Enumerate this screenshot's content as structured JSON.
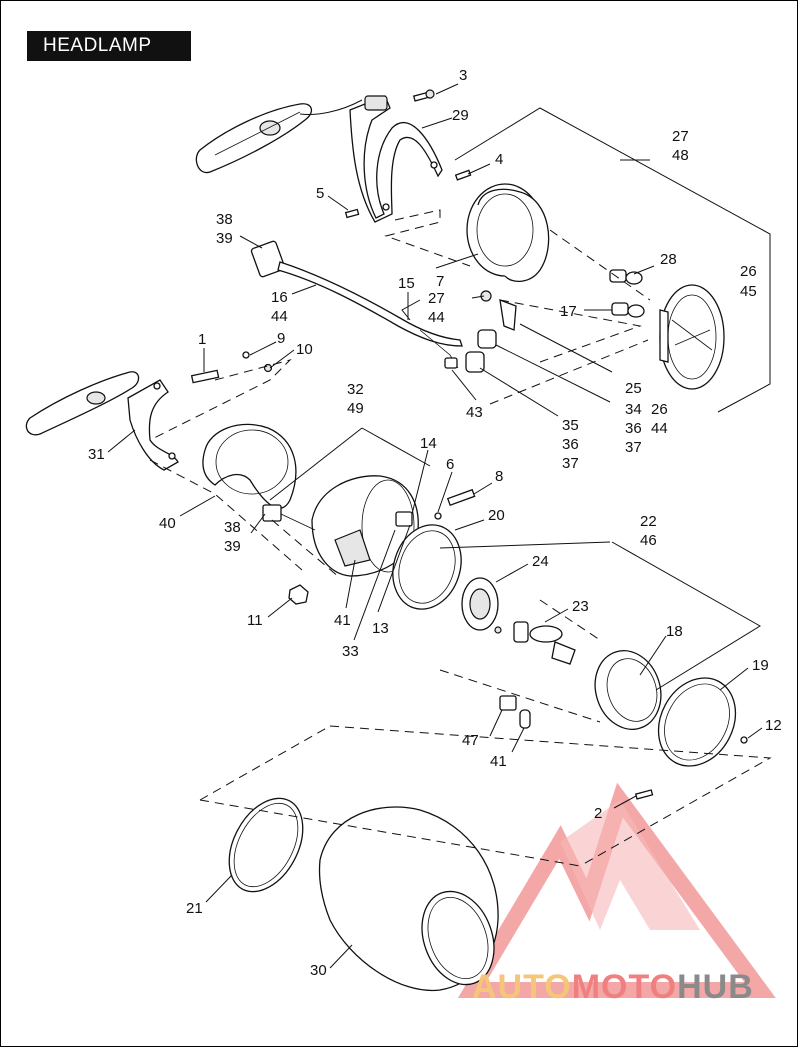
{
  "title": "HEADLAMP",
  "callouts": [
    {
      "id": "c3",
      "label": "3"
    },
    {
      "id": "c29",
      "label": "29"
    },
    {
      "id": "c27a",
      "label": "27"
    },
    {
      "id": "c48",
      "label": "48"
    },
    {
      "id": "c4",
      "label": "4"
    },
    {
      "id": "c5",
      "label": "5"
    },
    {
      "id": "c38a",
      "label": "38"
    },
    {
      "id": "c39a",
      "label": "39"
    },
    {
      "id": "c7",
      "label": "7"
    },
    {
      "id": "c28",
      "label": "28"
    },
    {
      "id": "c26a",
      "label": "26"
    },
    {
      "id": "c45",
      "label": "45"
    },
    {
      "id": "c15",
      "label": "15"
    },
    {
      "id": "c27b",
      "label": "27"
    },
    {
      "id": "c44a",
      "label": "44"
    },
    {
      "id": "c16",
      "label": "16"
    },
    {
      "id": "c44b",
      "label": "44"
    },
    {
      "id": "c17",
      "label": "17"
    },
    {
      "id": "c1",
      "label": "1"
    },
    {
      "id": "c9",
      "label": "9"
    },
    {
      "id": "c10",
      "label": "10"
    },
    {
      "id": "c25",
      "label": "25"
    },
    {
      "id": "c34",
      "label": "34"
    },
    {
      "id": "c26b",
      "label": "26"
    },
    {
      "id": "c36a",
      "label": "36"
    },
    {
      "id": "c44c",
      "label": "44"
    },
    {
      "id": "c37a",
      "label": "37"
    },
    {
      "id": "c43",
      "label": "43"
    },
    {
      "id": "c35",
      "label": "35"
    },
    {
      "id": "c36b",
      "label": "36"
    },
    {
      "id": "c37b",
      "label": "37"
    },
    {
      "id": "c32",
      "label": "32"
    },
    {
      "id": "c49",
      "label": "49"
    },
    {
      "id": "c31",
      "label": "31"
    },
    {
      "id": "c14",
      "label": "14"
    },
    {
      "id": "c6",
      "label": "6"
    },
    {
      "id": "c8",
      "label": "8"
    },
    {
      "id": "c40",
      "label": "40"
    },
    {
      "id": "c20",
      "label": "20"
    },
    {
      "id": "c22",
      "label": "22"
    },
    {
      "id": "c46",
      "label": "46"
    },
    {
      "id": "c38b",
      "label": "38"
    },
    {
      "id": "c39b",
      "label": "39"
    },
    {
      "id": "c24",
      "label": "24"
    },
    {
      "id": "c23",
      "label": "23"
    },
    {
      "id": "c11",
      "label": "11"
    },
    {
      "id": "c41a",
      "label": "41"
    },
    {
      "id": "c13",
      "label": "13"
    },
    {
      "id": "c33",
      "label": "33"
    },
    {
      "id": "c18",
      "label": "18"
    },
    {
      "id": "c19",
      "label": "19"
    },
    {
      "id": "c47",
      "label": "47"
    },
    {
      "id": "c41b",
      "label": "41"
    },
    {
      "id": "c12",
      "label": "12"
    },
    {
      "id": "c2",
      "label": "2"
    },
    {
      "id": "c21",
      "label": "21"
    },
    {
      "id": "c30",
      "label": "30"
    }
  ],
  "watermark": {
    "part1": "AUTO",
    "part2": "MOTO",
    "part3": "HUB",
    "colors": {
      "auto": "#f5c57a",
      "moto": "#f08080",
      "hub": "#8a8a8a",
      "logo": "#f08a8a"
    }
  }
}
